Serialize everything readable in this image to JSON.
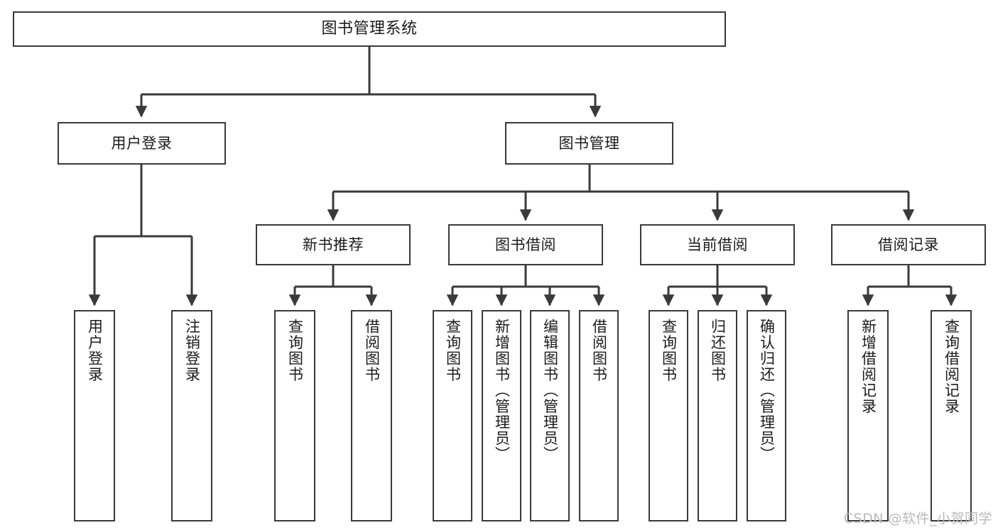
{
  "diagram": {
    "title": "图书管理系统",
    "watermark": "CSDN @软件_小贺同学",
    "colors": {
      "box_border": "#3a3a3a",
      "box_fill": "#ffffff",
      "edge": "#3a3a3a",
      "text": "#1b1b1b",
      "watermark": "#b9b9b9",
      "background": "#ffffff"
    },
    "root": {
      "label": "图书管理系统"
    },
    "level2": [
      {
        "label": "用户登录"
      },
      {
        "label": "图书管理"
      }
    ],
    "level3": [
      {
        "label": "新书推荐"
      },
      {
        "label": "图书借阅"
      },
      {
        "label": "当前借阅"
      },
      {
        "label": "借阅记录"
      }
    ],
    "leaves": {
      "user_login": [
        {
          "label": "用户登录"
        },
        {
          "label": "注销登录"
        }
      ],
      "new_book": [
        {
          "label": "查询图书"
        },
        {
          "label": "借阅图书"
        }
      ],
      "borrow_book": [
        {
          "label": "查询图书"
        },
        {
          "label": "新增图书（管理员）"
        },
        {
          "label": "编辑图书（管理员）"
        },
        {
          "label": "借阅图书"
        }
      ],
      "current_borrow": [
        {
          "label": "查询图书"
        },
        {
          "label": "归还图书"
        },
        {
          "label": "确认归还（管理员）"
        }
      ],
      "borrow_record": [
        {
          "label": "新增借阅记录"
        },
        {
          "label": "查询借阅记录"
        }
      ]
    }
  }
}
